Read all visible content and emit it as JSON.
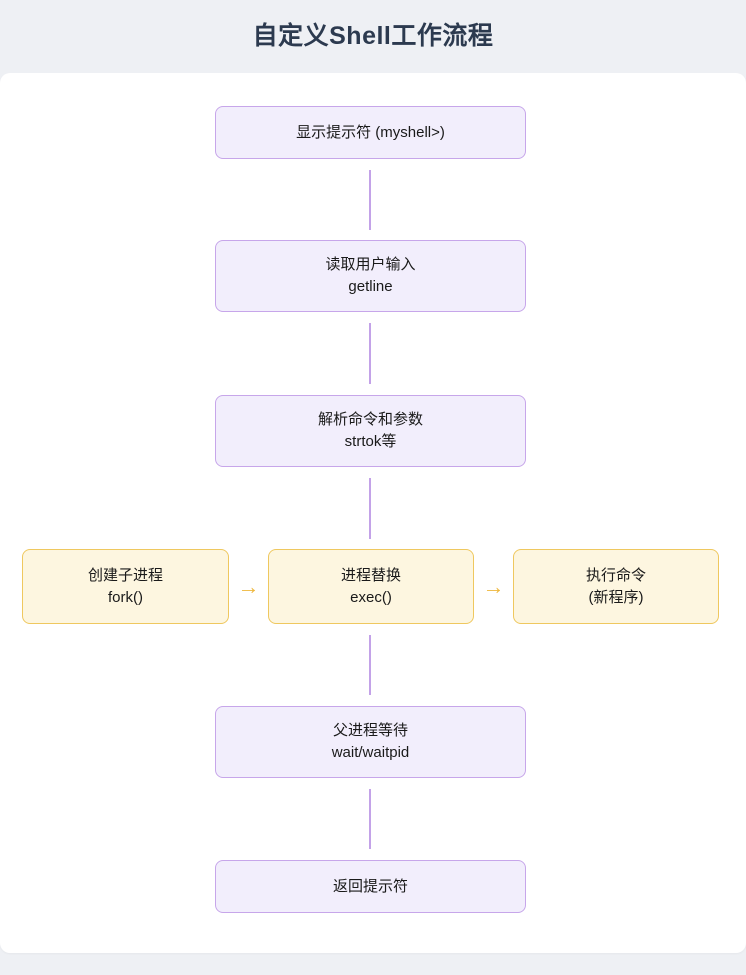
{
  "header": {
    "title": "自定义Shell工作流程"
  },
  "theme": {
    "page_bg": "#eef0f4",
    "card_bg": "#ffffff",
    "title_color": "#2c3a4f",
    "purple_fill": "#f2eefc",
    "purple_border": "#c7a6ea",
    "yellow_fill": "#fdf6e0",
    "yellow_border": "#efc85f",
    "connector_color": "#c3a2e8",
    "arrow_color": "#eeb73c",
    "node_text_color": "#1a1a1a"
  },
  "flow": {
    "nodes": [
      {
        "id": "prompt",
        "line1": "显示提示符 (myshell>)",
        "line2": "",
        "style": "purple"
      },
      {
        "id": "read",
        "line1": "读取用户输入",
        "line2": "getline",
        "style": "purple"
      },
      {
        "id": "parse",
        "line1": "解析命令和参数",
        "line2": "strtok等",
        "style": "purple"
      },
      {
        "id": "fork",
        "line1": "创建子进程",
        "line2": "fork()",
        "style": "yellow"
      },
      {
        "id": "exec",
        "line1": "进程替换",
        "line2": "exec()",
        "style": "yellow"
      },
      {
        "id": "run",
        "line1": "执行命令",
        "line2": "(新程序)",
        "style": "yellow"
      },
      {
        "id": "wait",
        "line1": "父进程等待",
        "line2": "wait/waitpid",
        "style": "purple"
      },
      {
        "id": "return",
        "line1": "返回提示符",
        "line2": "",
        "style": "purple"
      }
    ],
    "arrows": [
      {
        "id": "fork-to-exec",
        "glyph": "→",
        "from": "fork",
        "to": "exec"
      },
      {
        "id": "exec-to-run",
        "glyph": "→",
        "from": "exec",
        "to": "run"
      }
    ],
    "connectors": [
      {
        "id": "prompt-to-read",
        "from": "prompt",
        "to": "read"
      },
      {
        "id": "read-to-parse",
        "from": "read",
        "to": "parse"
      },
      {
        "id": "parse-to-fork",
        "from": "parse",
        "to": "fork-row"
      },
      {
        "id": "exec-to-wait",
        "from": "exec",
        "to": "wait"
      },
      {
        "id": "wait-to-return",
        "from": "wait",
        "to": "return"
      }
    ]
  }
}
